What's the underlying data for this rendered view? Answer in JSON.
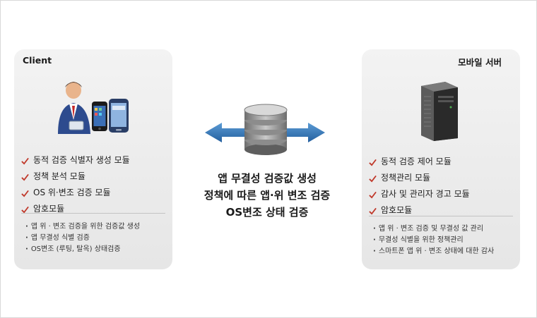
{
  "client": {
    "title": "Client",
    "modules": [
      "동적 검증 식별자 생성 모듈",
      "정책 분석 모듈",
      "OS 위·변조 검증 모듈",
      "암호모듈"
    ],
    "details": [
      "앱 위 · 변조 검증을 위한 검증값 생성",
      "앱 무결성 식별 검증",
      "OS변조 (루팅, 탈옥) 상태검증"
    ]
  },
  "server": {
    "title": "모바일 서버",
    "modules": [
      "동적 검증 제어 모듈",
      "정책관리 모듈",
      "감사 및 관리자 경고 모듈",
      "암호모듈"
    ],
    "details": [
      "앱 위 · 변조 검증 및 무결성 값 관리",
      "무결성 식별을 위한 정책관리",
      "스마트폰 앱 위 · 변조 상태에 대한 감사"
    ]
  },
  "center": {
    "lines": [
      "앱 무결성 검증값 생성",
      "정책에 따른 앱·위 변조 검증",
      "OS변조 상태 검증"
    ]
  },
  "colors": {
    "check": "#c0392b",
    "arrow": "#2f78b8",
    "panel_bg": "#ebebeb",
    "database": "#8c8c8c"
  },
  "icons": [
    "user-with-phones-icon",
    "server-tower-icon",
    "database-icon",
    "bidirectional-arrow-icon",
    "check-icon"
  ]
}
